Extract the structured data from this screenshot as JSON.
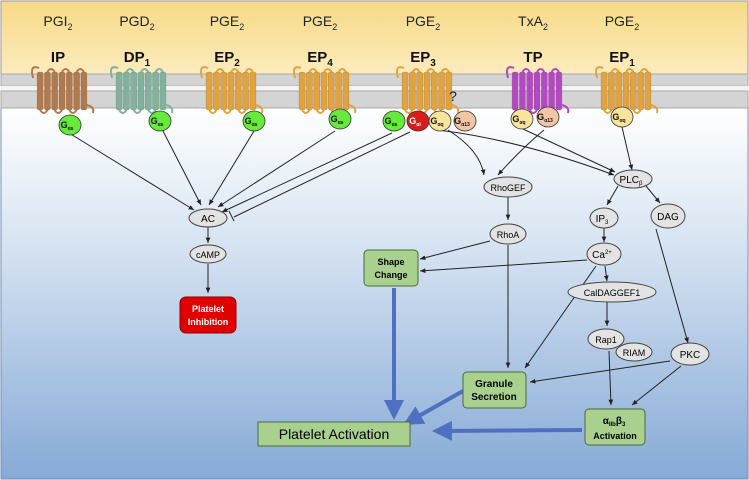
{
  "ligands": [
    {
      "sym": "PGI",
      "sub": "2"
    },
    {
      "sym": "PGD",
      "sub": "2"
    },
    {
      "sym": "PGE",
      "sub": "2"
    },
    {
      "sym": "PGE",
      "sub": "2"
    },
    {
      "sym": "PGE",
      "sub": "2"
    },
    {
      "sym": "TxA",
      "sub": "2"
    },
    {
      "sym": "PGE",
      "sub": "2"
    }
  ],
  "receptors": [
    {
      "name": "IP",
      "sub": "",
      "color": "#b07a4c"
    },
    {
      "name": "DP",
      "sub": "1",
      "color": "#7fb3a0"
    },
    {
      "name": "EP",
      "sub": "2",
      "color": "#e3a33c"
    },
    {
      "name": "EP",
      "sub": "4",
      "color": "#e3a33c"
    },
    {
      "name": "EP",
      "sub": "3",
      "color": "#e3a33c"
    },
    {
      "name": "TP",
      "sub": "",
      "color": "#b447c6"
    },
    {
      "name": "EP",
      "sub": "1",
      "color": "#e3a33c"
    }
  ],
  "unknown_mark": "?",
  "gproteins": {
    "g_as": {
      "main": "G",
      "sub": "αs"
    },
    "g_ai": {
      "main": "G",
      "sub": "αi"
    },
    "g_aq": {
      "main": "G",
      "sub": "αq"
    },
    "g_a13": {
      "main": "G",
      "sub": "α13"
    }
  },
  "nodes": {
    "ac": "AC",
    "camp": "cAMP",
    "rhogef": "RhoGEF",
    "rhoa": "RhoA",
    "plc_main": "PLC",
    "plc_sub": "β",
    "ip3_main": "IP",
    "ip3_sub": "3",
    "dag": "DAG",
    "ca_main": "Ca",
    "ca_sup": "2+",
    "caldag": "CalDAGGEF1",
    "rap1": "Rap1",
    "riam": "RIAM",
    "pkc": "PKC"
  },
  "outcomes": {
    "platelet_inhibition_1": "Platelet",
    "platelet_inhibition_2": "Inhibition",
    "shape_change_1": "Shape",
    "shape_change_2": "Change",
    "granule_secretion_1": "Granule",
    "granule_secretion_2": "Secretion",
    "integrin_main": "α",
    "integrin_sub1": "IIb",
    "integrin_beta": "β",
    "integrin_sub2": "3",
    "integrin_activation": "Activation",
    "platelet_activation": "Platelet Activation"
  },
  "colors": {
    "ligand_band": "#fbe5a6",
    "membrane": "#d7d7d7",
    "cytoplasm_top": "#ffffff",
    "cytoplasm_bottom": "#8fb2db",
    "g_as": "#66ea3c",
    "g_ai": "#d91c1c",
    "g_aq": "#f8e59b",
    "g_a13": "#f2c6a4",
    "node": "#e3e3e3",
    "outcome_green": "#a9d08e",
    "inhibition_red": "#e00000",
    "main_arrow": "#4f6fc0"
  }
}
